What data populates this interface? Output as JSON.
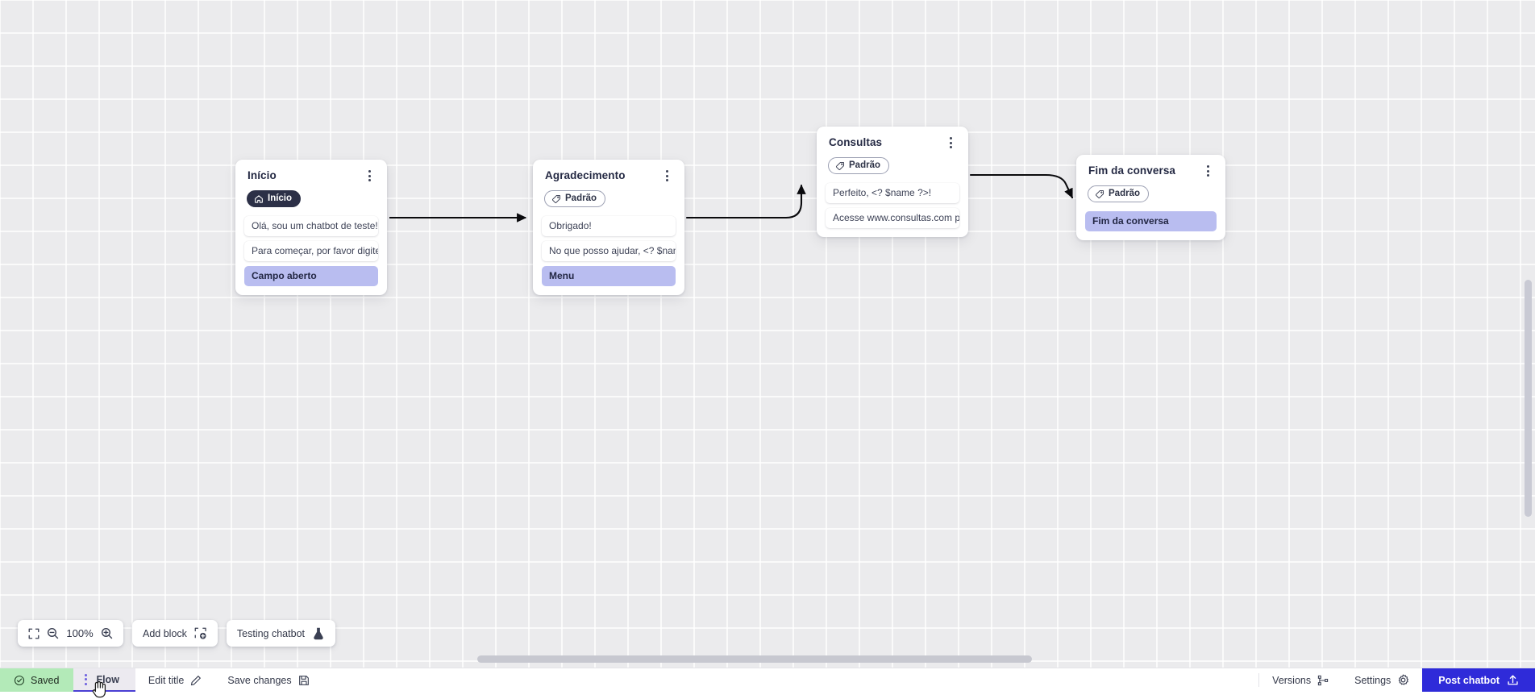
{
  "canvas": {
    "zoom_level": "100%",
    "add_block_label": "Add block",
    "testing_chatbot_label": "Testing chatbot"
  },
  "nodes": [
    {
      "id": "inicio",
      "title": "Início",
      "badge": {
        "label": "Início",
        "icon": "home-icon",
        "style": "dark"
      },
      "rows": [
        {
          "text": "Olá, sou um chatbot de teste!",
          "accent": false
        },
        {
          "text": "Para começar, por favor digite o ...",
          "accent": false
        },
        {
          "text": "Campo aberto",
          "accent": true
        }
      ]
    },
    {
      "id": "agradecimento",
      "title": "Agradecimento",
      "badge": {
        "label": "Padrão",
        "icon": "tag-icon",
        "style": "outline"
      },
      "rows": [
        {
          "text": "Obrigado!",
          "accent": false
        },
        {
          "text": "No que posso ajudar, <? $name ...",
          "accent": false
        },
        {
          "text": "Menu",
          "accent": true
        }
      ]
    },
    {
      "id": "consultas",
      "title": "Consultas",
      "badge": {
        "label": "Padrão",
        "icon": "tag-icon",
        "style": "outline"
      },
      "rows": [
        {
          "text": "Perfeito, <? $name ?>!",
          "accent": false
        },
        {
          "text": "Acesse www.consultas.com par...",
          "accent": false
        }
      ]
    },
    {
      "id": "fim",
      "title": "Fim da conversa",
      "badge": {
        "label": "Padrão",
        "icon": "tag-icon",
        "style": "outline"
      },
      "rows": [
        {
          "text": "Fim da conversa",
          "accent": true
        }
      ]
    }
  ],
  "bottombar": {
    "saved_label": "Saved",
    "flow_tab_label": "Flow",
    "edit_title_label": "Edit title",
    "save_changes_label": "Save changes",
    "versions_label": "Versions",
    "settings_label": "Settings",
    "post_chatbot_label": "Post chatbot"
  },
  "colors": {
    "accent_row": "#b9bdf0",
    "badge_dark": "#2c3047",
    "post_button": "#2f2bd9",
    "saved_chip": "#b3eab8",
    "canvas_bg": "#ebebed",
    "tab_underline": "#4a3fd4"
  }
}
